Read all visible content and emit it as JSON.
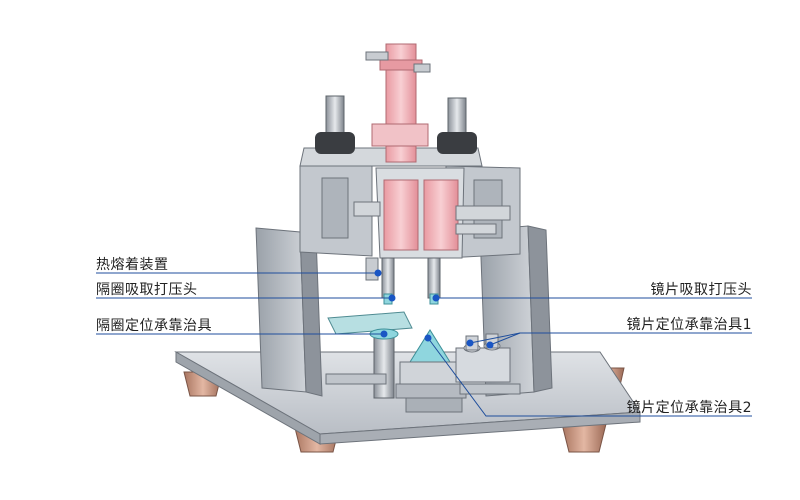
{
  "labels": {
    "hot_melt_device": "热熔着装置",
    "spacer_suction_press_head": "隔圈吸取打压头",
    "spacer_positioning_fixture": "隔圈定位承靠治具",
    "lens_suction_press_head": "镜片吸取打压头",
    "lens_positioning_fixture_1": "镜片定位承靠治具1",
    "lens_positioning_fixture_2": "镜片定位承靠治具2"
  },
  "colors": {
    "leader_line": "#1f4e9c",
    "marker_dot": "#1a56c4",
    "pink_cylinder": "#f3b8bd",
    "base_plate": "#c9cdd3",
    "machine_gray": "#b8bec6",
    "feet": "#c99a88",
    "cyan_part": "#8fd6de"
  }
}
